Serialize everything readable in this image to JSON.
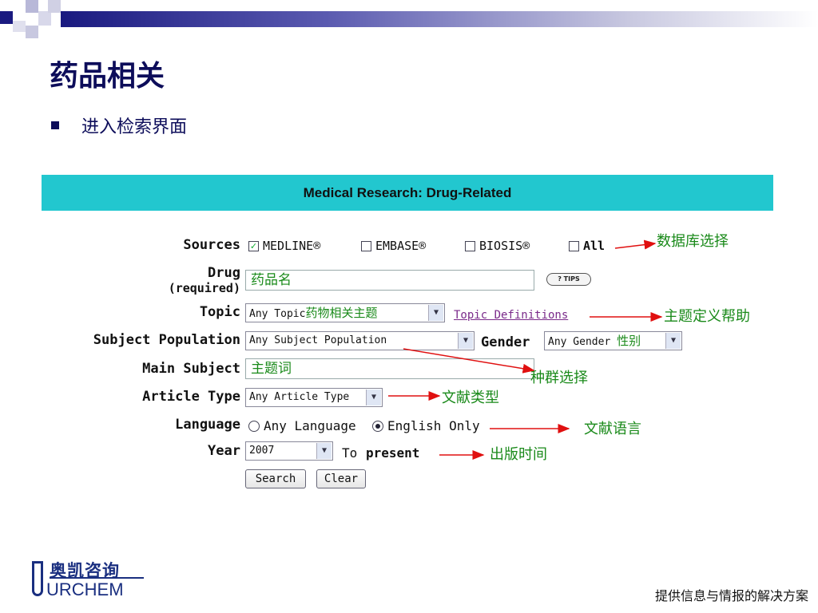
{
  "slide": {
    "title": "药品相关",
    "bullet": "进入检索界面",
    "footer": "提供信息与情报的解决方案",
    "logo": {
      "cn": "奥凯咨询",
      "en": "URCHEM"
    }
  },
  "form": {
    "header": "Medical Research: Drug-Related",
    "sources": {
      "label": "Sources",
      "options": [
        {
          "label": "MEDLINE®",
          "checked": true
        },
        {
          "label": "EMBASE®",
          "checked": false
        },
        {
          "label": "BIOSIS®",
          "checked": false
        },
        {
          "label": "All",
          "checked": false
        }
      ]
    },
    "drug": {
      "label": "Drug",
      "sublabel": "(required)",
      "value": "药品名",
      "tips": "? TIPS"
    },
    "topic": {
      "label": "Topic",
      "value": "Any Topic",
      "overlay": "药物相关主题",
      "link": "Topic Definitions"
    },
    "subject_population": {
      "label": "Subject Population",
      "value": "Any Subject Population"
    },
    "gender": {
      "label": "Gender",
      "value": "Any Gender",
      "overlay": "性别"
    },
    "main_subject": {
      "label": "Main Subject",
      "value": "主题词"
    },
    "article_type": {
      "label": "Article Type",
      "value": "Any Article Type"
    },
    "language": {
      "label": "Language",
      "options": [
        {
          "label": "Any Language",
          "selected": false
        },
        {
          "label": "English Only",
          "selected": true
        }
      ]
    },
    "year": {
      "label": "Year",
      "value": "2007",
      "to": "To",
      "present": "present"
    },
    "buttons": {
      "search": "Search",
      "clear": "Clear"
    }
  },
  "annotations": {
    "database": "数据库选择",
    "topic_help": "主题定义帮助",
    "population": "种群选择",
    "article": "文献类型",
    "language": "文献语言",
    "year": "出版时间"
  },
  "colors": {
    "banner": "#22c7cf",
    "title": "#0d0d5a",
    "annotation": "#1a8a1a",
    "arrow": "#e01010"
  }
}
